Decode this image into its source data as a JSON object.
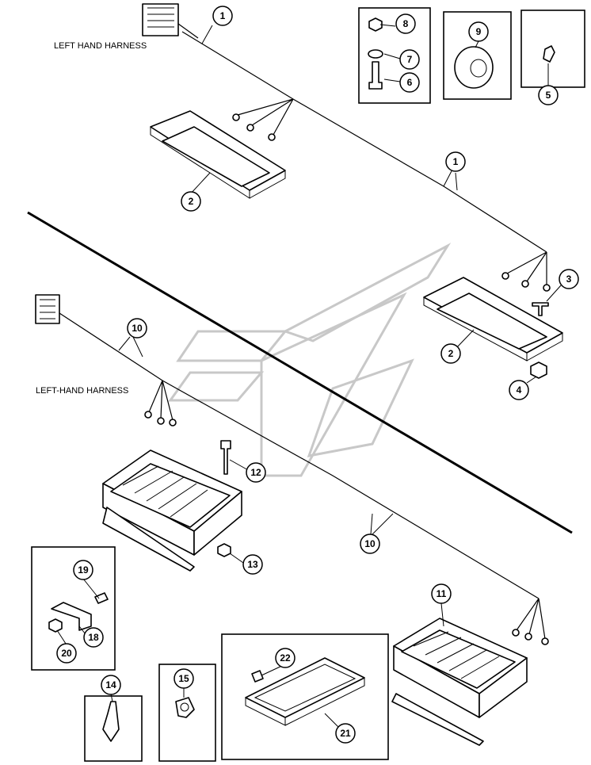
{
  "labels": {
    "upper_harness": "LEFT HAND HARNESS",
    "lower_harness": "LEFT-HAND HARNESS"
  },
  "callouts": {
    "c1a": "1",
    "c1b": "1",
    "c2a": "2",
    "c2b": "2",
    "c3": "3",
    "c4": "4",
    "c5": "5",
    "c6": "6",
    "c7": "7",
    "c8": "8",
    "c9": "9",
    "c10a": "10",
    "c10b": "10",
    "c11": "11",
    "c12": "12",
    "c13": "13",
    "c14": "14",
    "c15": "15",
    "c18": "18",
    "c19": "19",
    "c20": "20",
    "c21": "21",
    "c22": "22"
  }
}
